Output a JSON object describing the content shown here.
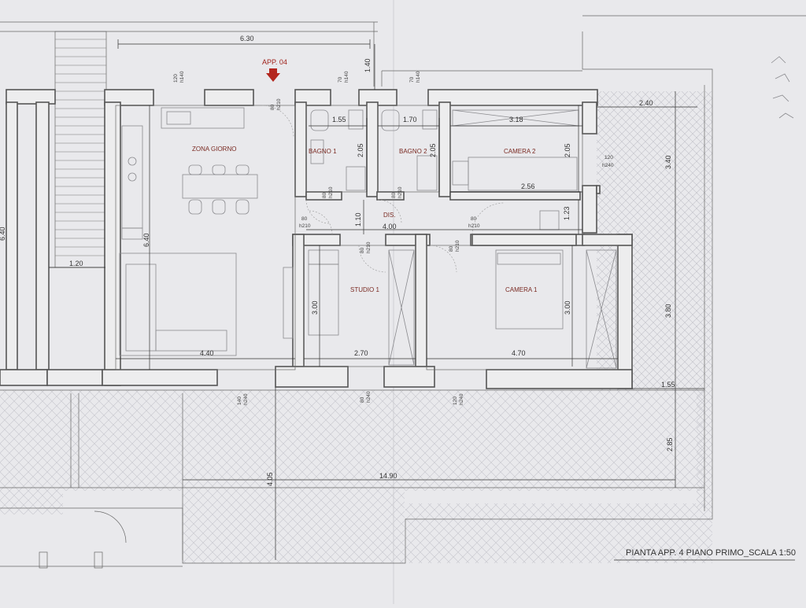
{
  "apartment_label": "APP. 04",
  "title": "PIANTA APP. 4 PIANO PRIMO_SCALA 1:50",
  "colors": {
    "paper": "#e9e9ec",
    "ink": "#333333",
    "room_label": "#7a2a22",
    "entry_arrow": "#b3261e"
  },
  "rooms": {
    "zona_giorno": "ZONA GIORNO",
    "bagno_1": "BAGNO 1",
    "bagno_2": "BAGNO 2",
    "camera_2": "CAMERA 2",
    "dis": "DIS.",
    "studio_1": "STUDIO 1",
    "camera_1": "CAMERA 1"
  },
  "dimensions": {
    "top_width": "6.30",
    "entry_depth": "1.40",
    "bagno1_width": "1.55",
    "bagno2_width": "1.70",
    "camera2_width": "3.18",
    "terrace_width": "2.40",
    "bagno1_depth": "2.05",
    "bagno2_depth": "2.05",
    "camera2_depth": "2.05",
    "camera2_lower": "2.56",
    "terrace_depth_top": "3.40",
    "zona_depth": "6.40",
    "stair_width": "1.20",
    "dis_depth": "1.10",
    "dis_width": "4.00",
    "dis_right_depth": "1.23",
    "studio_depth": "3.00",
    "camera1_depth": "3.00",
    "terrace_depth_mid": "3.80",
    "zona_width": "4.40",
    "studio_width": "2.70",
    "camera1_width": "4.70",
    "side_dim": "1.55",
    "balcony_depth": "4.05",
    "balcony_depth_right": "2.85",
    "total_width": "14.90",
    "left_cut": "6.40"
  },
  "openings": {
    "w_zona_top_a": "120",
    "w_zona_top_b": "h140",
    "entry_a": "80",
    "entry_b": "h210",
    "w_bagno1_a": "70",
    "w_bagno1_b": "h140",
    "w_bagno2_a": "70",
    "w_bagno2_b": "h140",
    "w_cam2_a": "120",
    "w_cam2_b": "h240",
    "d_bagno1_a": "80",
    "d_bagno1_b": "h210",
    "d_bagno2_a": "80",
    "d_bagno2_b": "h210",
    "d_zona_a": "80",
    "d_zona_b": "h210",
    "d_cam2_a": "80",
    "d_cam2_b": "h210",
    "d_studio_a": "80",
    "d_studio_b": "h210",
    "d_cam1_a": "80",
    "d_cam1_b": "h210",
    "w_zona_bot_a": "140",
    "w_zona_bot_b": "h240",
    "w_studio_bot_a": "80",
    "w_studio_bot_b": "h240",
    "w_cam1_bot_a": "120",
    "w_cam1_bot_b": "h240"
  }
}
